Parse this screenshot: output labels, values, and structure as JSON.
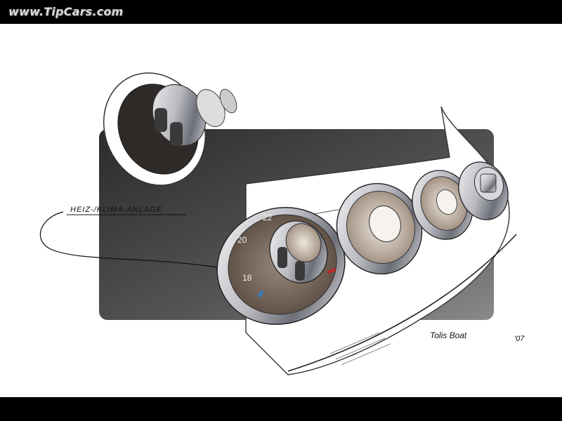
{
  "watermark": {
    "text": "www.TipCars.com"
  },
  "sketch": {
    "label": "HEIZ-/KLIMA-ANLAGE",
    "dial_ticks": [
      "18",
      "20",
      "22"
    ],
    "signature": "Tolis Boat",
    "year": "'07",
    "colors": {
      "background_panel": "#4a4a4a",
      "paper": "#ffffff",
      "dial_face": "#6e5e52",
      "chrome": "#c9c9cf",
      "warm_indicator": "#c0262a",
      "cool_indicator": "#2e7fc4"
    }
  }
}
